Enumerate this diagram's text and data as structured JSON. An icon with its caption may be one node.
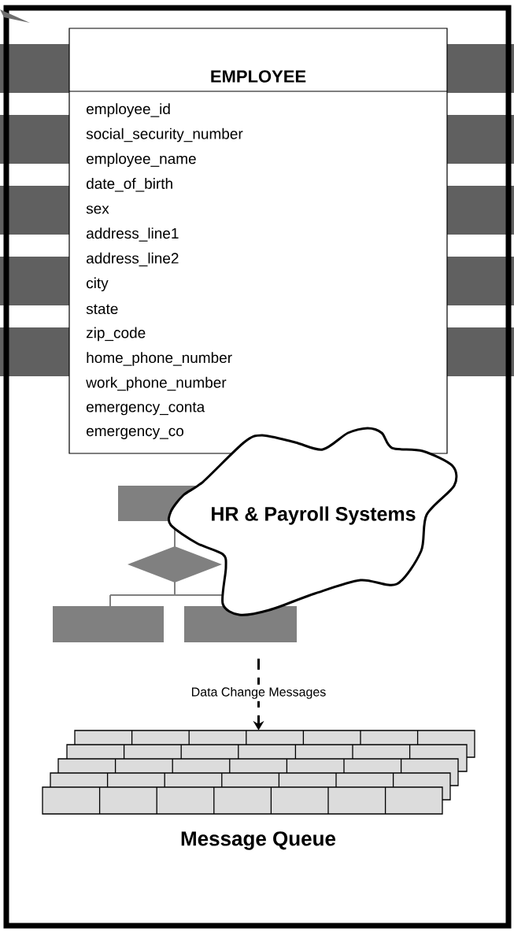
{
  "diagram": {
    "nodes": [
      {
        "text": [
          "EMPLOYEE",
          "employee_id",
          "social_security_number",
          "employee_name",
          "date_of_birth",
          "sex",
          "address_line1",
          "address_line2",
          "city",
          "state",
          "zip_code",
          "home_phone_number",
          "work_phone_number",
          "emergency_conta",
          "emergency_co"
        ]
      },
      {
        "text": [
          "HR & Payroll Systems"
        ]
      },
      {
        "text": [
          "Message Queue"
        ]
      }
    ],
    "edges": [
      {
        "from": 1,
        "to": 2,
        "arrow": "to",
        "label": "Data Change Messages",
        "style": "dashed"
      }
    ]
  }
}
